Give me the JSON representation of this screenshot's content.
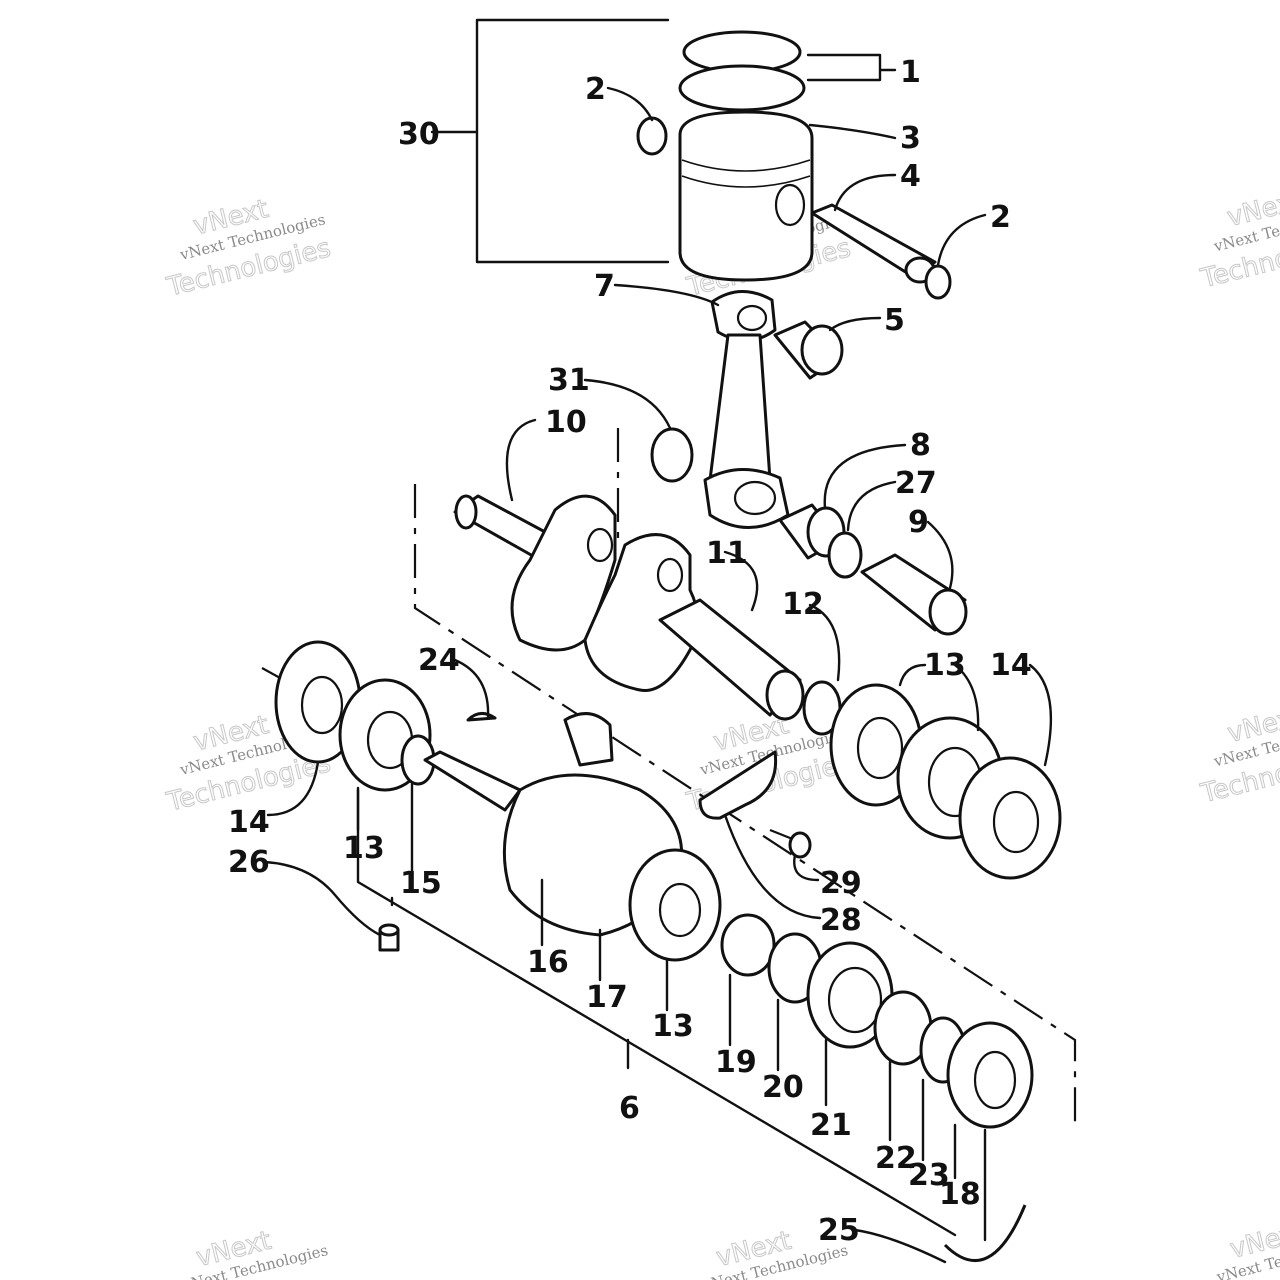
{
  "watermark": {
    "brand_large": "vNext",
    "brand_small": "vNext Technologies",
    "brand_word": "Technologies"
  },
  "callouts": [
    {
      "id": "1",
      "text": "1"
    },
    {
      "id": "2a",
      "text": "2"
    },
    {
      "id": "2b",
      "text": "2"
    },
    {
      "id": "3",
      "text": "3"
    },
    {
      "id": "4",
      "text": "4"
    },
    {
      "id": "5",
      "text": "5"
    },
    {
      "id": "6",
      "text": "6"
    },
    {
      "id": "7",
      "text": "7"
    },
    {
      "id": "8",
      "text": "8"
    },
    {
      "id": "9",
      "text": "9"
    },
    {
      "id": "10",
      "text": "10"
    },
    {
      "id": "11",
      "text": "11"
    },
    {
      "id": "12",
      "text": "12"
    },
    {
      "id": "13a",
      "text": "13"
    },
    {
      "id": "13b",
      "text": "13"
    },
    {
      "id": "13c",
      "text": "13"
    },
    {
      "id": "14a",
      "text": "14"
    },
    {
      "id": "14b",
      "text": "14"
    },
    {
      "id": "15",
      "text": "15"
    },
    {
      "id": "16",
      "text": "16"
    },
    {
      "id": "17",
      "text": "17"
    },
    {
      "id": "18",
      "text": "18"
    },
    {
      "id": "19",
      "text": "19"
    },
    {
      "id": "20",
      "text": "20"
    },
    {
      "id": "21",
      "text": "21"
    },
    {
      "id": "22",
      "text": "22"
    },
    {
      "id": "23",
      "text": "23"
    },
    {
      "id": "24",
      "text": "24"
    },
    {
      "id": "25",
      "text": "25"
    },
    {
      "id": "26",
      "text": "26"
    },
    {
      "id": "27",
      "text": "27"
    },
    {
      "id": "28",
      "text": "28"
    },
    {
      "id": "29",
      "text": "29"
    },
    {
      "id": "30",
      "text": "30"
    },
    {
      "id": "31",
      "text": "31"
    }
  ]
}
